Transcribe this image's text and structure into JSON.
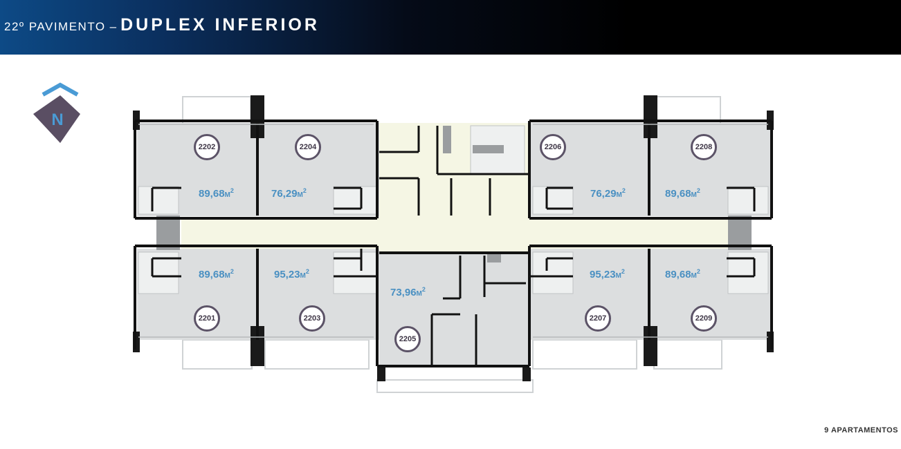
{
  "header": {
    "floor_label": "22º PAVIMENTO",
    "separator": "–",
    "title": "DUPLEX INFERIOR"
  },
  "compass": {
    "letter": "N"
  },
  "units": [
    {
      "number": "2202",
      "area": "89,68",
      "unit": "M"
    },
    {
      "number": "2204",
      "area": "76,29",
      "unit": "M"
    },
    {
      "number": "2206",
      "area": "76,29",
      "unit": "M"
    },
    {
      "number": "2208",
      "area": "89,68",
      "unit": "M"
    },
    {
      "number": "2201",
      "area": "89,68",
      "unit": "M"
    },
    {
      "number": "2203",
      "area": "95,23",
      "unit": "M"
    },
    {
      "number": "2205",
      "area": "73,96",
      "unit": "M"
    },
    {
      "number": "2207",
      "area": "95,23",
      "unit": "M"
    },
    {
      "number": "2209",
      "area": "89,68",
      "unit": "M"
    }
  ],
  "area_exponent": "2",
  "footer": {
    "count_label": "9 APARTAMENTOS"
  }
}
